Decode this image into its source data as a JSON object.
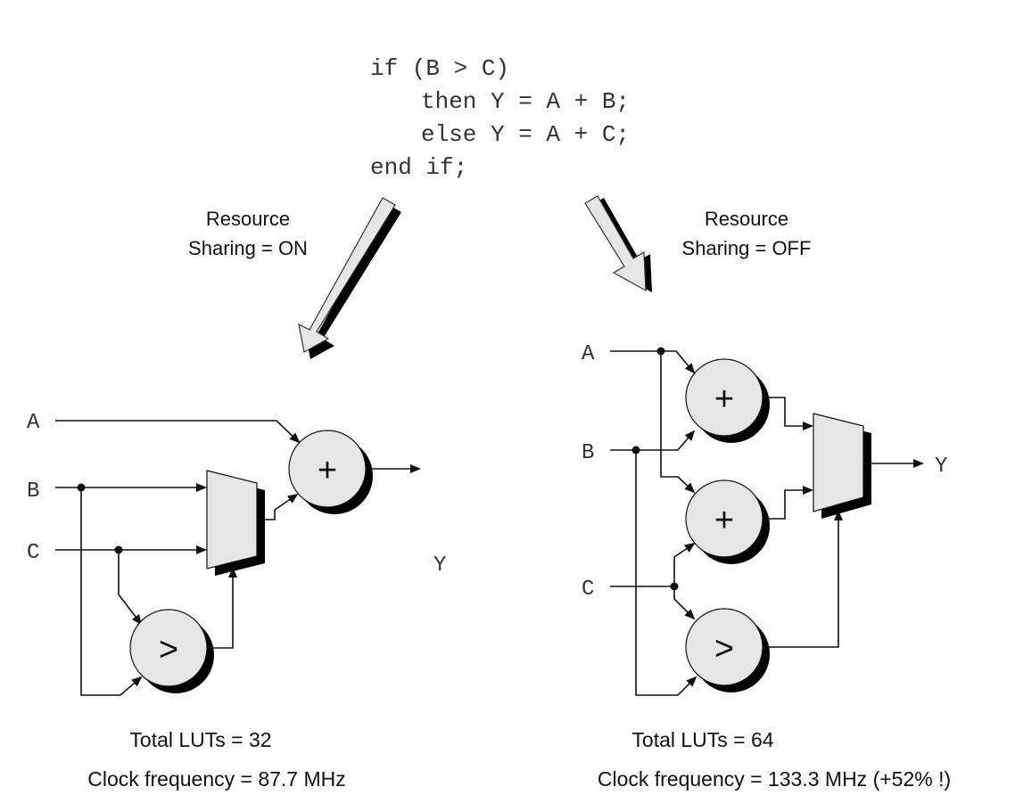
{
  "code": {
    "line1": "if (B > C)",
    "line2": "then Y = A + B;",
    "line3": "else Y = A + C;",
    "line4": "end if;"
  },
  "left": {
    "label_line1": "Resource",
    "label_line2": "Sharing = ON",
    "input_a": "A",
    "input_b": "B",
    "input_c": "C",
    "output_y": "Y",
    "adder_symbol": "+",
    "comparator_symbol": ">",
    "total_luts": "Total LUTs = 32",
    "clock_frequency": "Clock frequency = 87.7 MHz"
  },
  "right": {
    "label_line1": "Resource",
    "label_line2": "Sharing = OFF",
    "input_a": "A",
    "input_b": "B",
    "input_c": "C",
    "output_y": "Y",
    "adder_symbol": "+",
    "comparator_symbol": ">",
    "total_luts": "Total LUTs = 64",
    "clock_frequency": "Clock frequency = 133.3 MHz (+52% !)"
  },
  "colors": {
    "block_fill": "#e6e6e6",
    "shadow": "#000000",
    "wire": "#111111"
  }
}
